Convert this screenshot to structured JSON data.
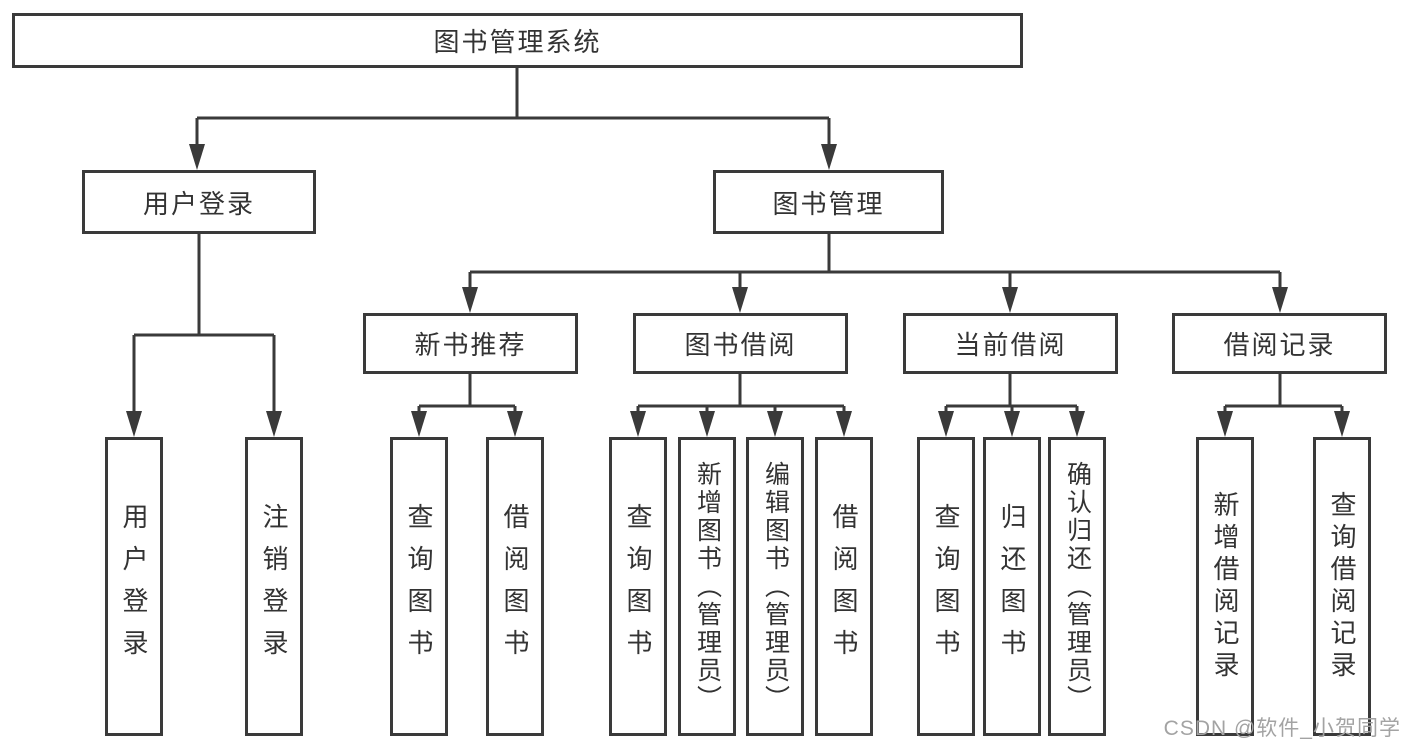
{
  "diagram": {
    "root": {
      "label": "图书管理系统"
    },
    "branches": [
      {
        "label": "用户登录",
        "children": [
          {
            "label": "用户登录"
          },
          {
            "label": "注销登录"
          }
        ]
      },
      {
        "label": "图书管理",
        "children": [
          {
            "label": "新书推荐",
            "children": [
              {
                "label": "查询图书"
              },
              {
                "label": "借阅图书"
              }
            ]
          },
          {
            "label": "图书借阅",
            "children": [
              {
                "label": "查询图书"
              },
              {
                "label": "新增图书（管理员）"
              },
              {
                "label": "编辑图书（管理员）"
              },
              {
                "label": "借阅图书"
              }
            ]
          },
          {
            "label": "当前借阅",
            "children": [
              {
                "label": "查询图书"
              },
              {
                "label": "归还图书"
              },
              {
                "label": "确认归还（管理员）"
              }
            ]
          },
          {
            "label": "借阅记录",
            "children": [
              {
                "label": "新增借阅记录"
              },
              {
                "label": "查询借阅记录"
              }
            ]
          }
        ]
      }
    ]
  },
  "watermark": {
    "text": "CSDN @软件_小贺同学"
  },
  "colors": {
    "line": "#3a3a3a",
    "text": "#333333",
    "watermark": "#a3a3a3",
    "background": "#ffffff"
  }
}
